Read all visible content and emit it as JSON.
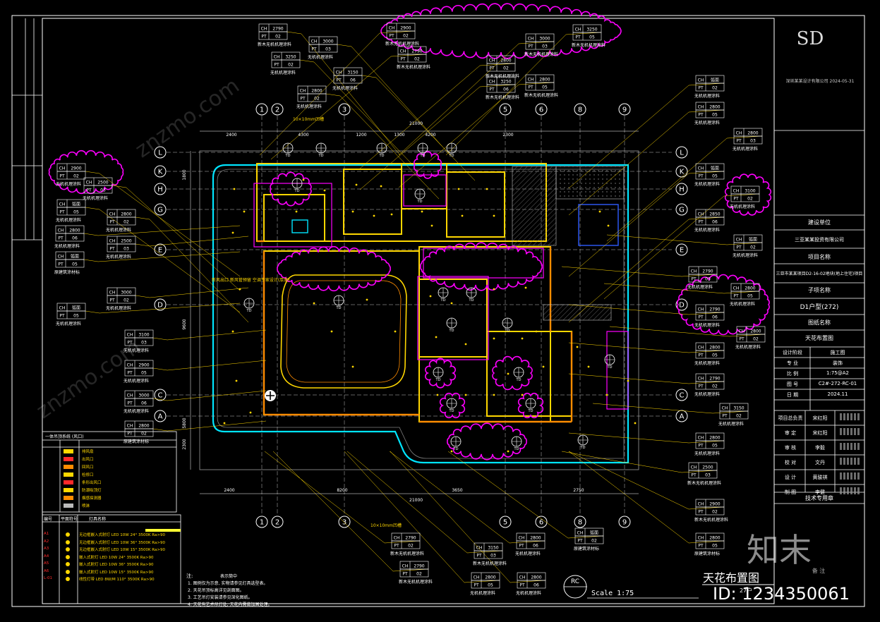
{
  "drawing": {
    "title": "天花布置图",
    "title_suffix": "27户",
    "scale": "Scale 1:75",
    "rc_symbol": "RC",
    "overall_dimension": "21000",
    "dim_top": [
      "2400",
      "4300",
      "1200",
      "1300",
      "4200",
      "2300"
    ],
    "dim_bottom": [
      "2400",
      "8200",
      "3650",
      "2750"
    ],
    "dim_left": [
      "1800",
      "9600",
      "5800",
      "2300"
    ]
  },
  "grid": {
    "columns": [
      "1",
      "2",
      "3",
      "5",
      "6",
      "8",
      "9"
    ],
    "rows": [
      "L",
      "K",
      "H",
      "G",
      "E",
      "D",
      "C",
      "A"
    ]
  },
  "tags": {
    "ch_label": "CH",
    "pt_label": "PT",
    "finish_1": "无机机理涂料",
    "finish_2": "新木无机机理涂料",
    "finish_3": "原建筑涂材标",
    "finish_4": "无机机理涂料",
    "heights": [
      "2790",
      "3000",
      "3250",
      "3150",
      "2800",
      "2900",
      "2500",
      "3100",
      "2850",
      "弧面"
    ],
    "pt_codes": [
      "02",
      "03",
      "05",
      "06",
      "01"
    ]
  },
  "annotations": {
    "groove": "10×10mm凹槽",
    "vent_note": "新风出口 新风管预留 空调专家设计(厚度)",
    "cad_watermark": "znzmo.com"
  },
  "title_block": {
    "company_logo": "SD",
    "company_line": "深圳某某设计有限公司  2024-05-31",
    "owner_label": "建设单位",
    "owner": "三亚某某投资有限公司",
    "project_label": "项目名称",
    "project": "三亚市某某项目D2-16-02地块(地上住宅)项目",
    "subitem_label": "子项名称",
    "subitem": "D1户型(272)",
    "drawing_name_label": "图纸名称",
    "drawing_name": "天花布置图",
    "rows": [
      {
        "label": "设计阶段",
        "value": "施工图"
      },
      {
        "label": "专    业",
        "value": "装饰"
      },
      {
        "label": "比    例",
        "value": "1:75@A2"
      },
      {
        "label": "图    号",
        "value": "C2#-272-RC-01"
      },
      {
        "label": "日    期",
        "value": "2024.11"
      }
    ],
    "signatures": [
      {
        "role": "项目总负责",
        "name": "宋红阳"
      },
      {
        "role": "审    定",
        "name": "宋红阳"
      },
      {
        "role": "审    核",
        "name": "李毅"
      },
      {
        "role": "校    对",
        "name": "文丹"
      },
      {
        "role": "设    计",
        "name": "黄骏祺"
      },
      {
        "role": "制    图",
        "name": "李健"
      }
    ],
    "tech_stamp": "技术专用章",
    "remark_label": "备    注"
  },
  "legend": {
    "title": "灯具图例(灯具)",
    "col1": "编号",
    "col2": "平面符号",
    "col3": "灯具名称",
    "items": [
      {
        "code": "A1",
        "name": "无边框嵌入式射灯 LED 10W 24° 3500K Ra>90"
      },
      {
        "code": "A2",
        "name": "无边框嵌入式射灯 LED 10W 36° 3500K Ra>90"
      },
      {
        "code": "A3",
        "name": "无边框嵌入式射灯 LED 10W 15° 3500K Ra>90"
      },
      {
        "code": "A4",
        "name": "嵌入式射灯 LED 10W 24° 3500K Ra>90"
      },
      {
        "code": "A5",
        "name": "嵌入式射灯 LED 10W 36° 3500K Ra>90"
      },
      {
        "code": "A6",
        "name": "嵌入式射灯 LED 10W 15° 3500K Ra>90"
      },
      {
        "code": "L-01",
        "name": "线性灯带 LED 8W/M 110° 3500K Ra>90"
      }
    ],
    "left_legend_title": "一体吊顶系统 (风口)",
    "left_legend_items": [
      "排风扇",
      "出风口",
      "回风口",
      "检修口",
      "条形出风口",
      "防潮吸顶灯",
      "烟感探测器",
      "喷淋"
    ]
  },
  "notes": {
    "header": "注:",
    "symbol_note": "表示筒中",
    "lines": [
      "1. 图例仅为示意, 实物请参见灯具选型表。",
      "2. 天花吊顶标高详见剖面图。",
      "3. 工艺吊灯安装请参见深化图纸。",
      "4. 天花有艺术吊灯处, 天花内需做加固处理。"
    ]
  },
  "watermark": {
    "brand": "知末",
    "id": "ID: 1234350061"
  },
  "colors": {
    "background": "#000000",
    "frame": "#ffffff",
    "wall_yellow": "#ffd700",
    "orange": "#ff8c00",
    "magenta": "#ff00ff",
    "cyan": "#00e5ff",
    "green": "#00ff66",
    "red": "#ff2a2a",
    "blue": "#2f5bff"
  }
}
